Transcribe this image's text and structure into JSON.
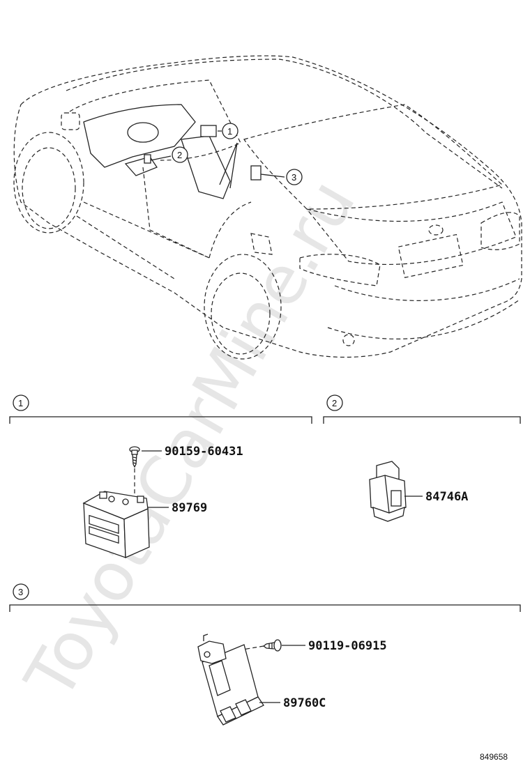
{
  "watermark": "ToyotaCarMine.ru",
  "callouts": {
    "car": [
      "1",
      "2",
      "3"
    ],
    "section1": "1",
    "section2": "2",
    "section3": "3"
  },
  "parts": {
    "p90159": "90159-60431",
    "p89769": "89769",
    "p84746a": "84746A",
    "p90119": "90119-06915",
    "p89760c": "89760C"
  },
  "reference": "849658"
}
